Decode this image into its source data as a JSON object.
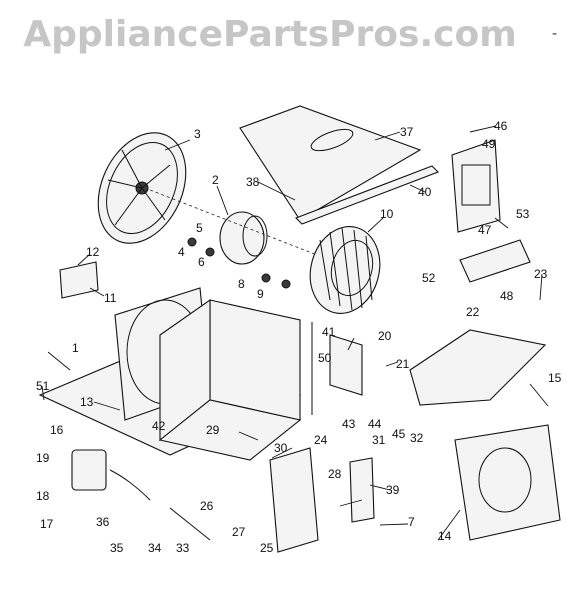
{
  "watermark": "AppliancePartsPros.com",
  "corner_mark": "-",
  "callouts": [
    "1",
    "2",
    "3",
    "4",
    "5",
    "6",
    "7",
    "8",
    "9",
    "10",
    "11",
    "12",
    "13",
    "14",
    "15",
    "16",
    "17",
    "18",
    "19",
    "20",
    "21",
    "22",
    "23",
    "24",
    "25",
    "26",
    "27",
    "28",
    "29",
    "30",
    "31",
    "32",
    "33",
    "34",
    "35",
    "36",
    "37",
    "38",
    "39",
    "40",
    "41",
    "42",
    "43",
    "44",
    "45",
    "46",
    "47",
    "48",
    "49",
    "50",
    "51",
    "52",
    "53"
  ]
}
